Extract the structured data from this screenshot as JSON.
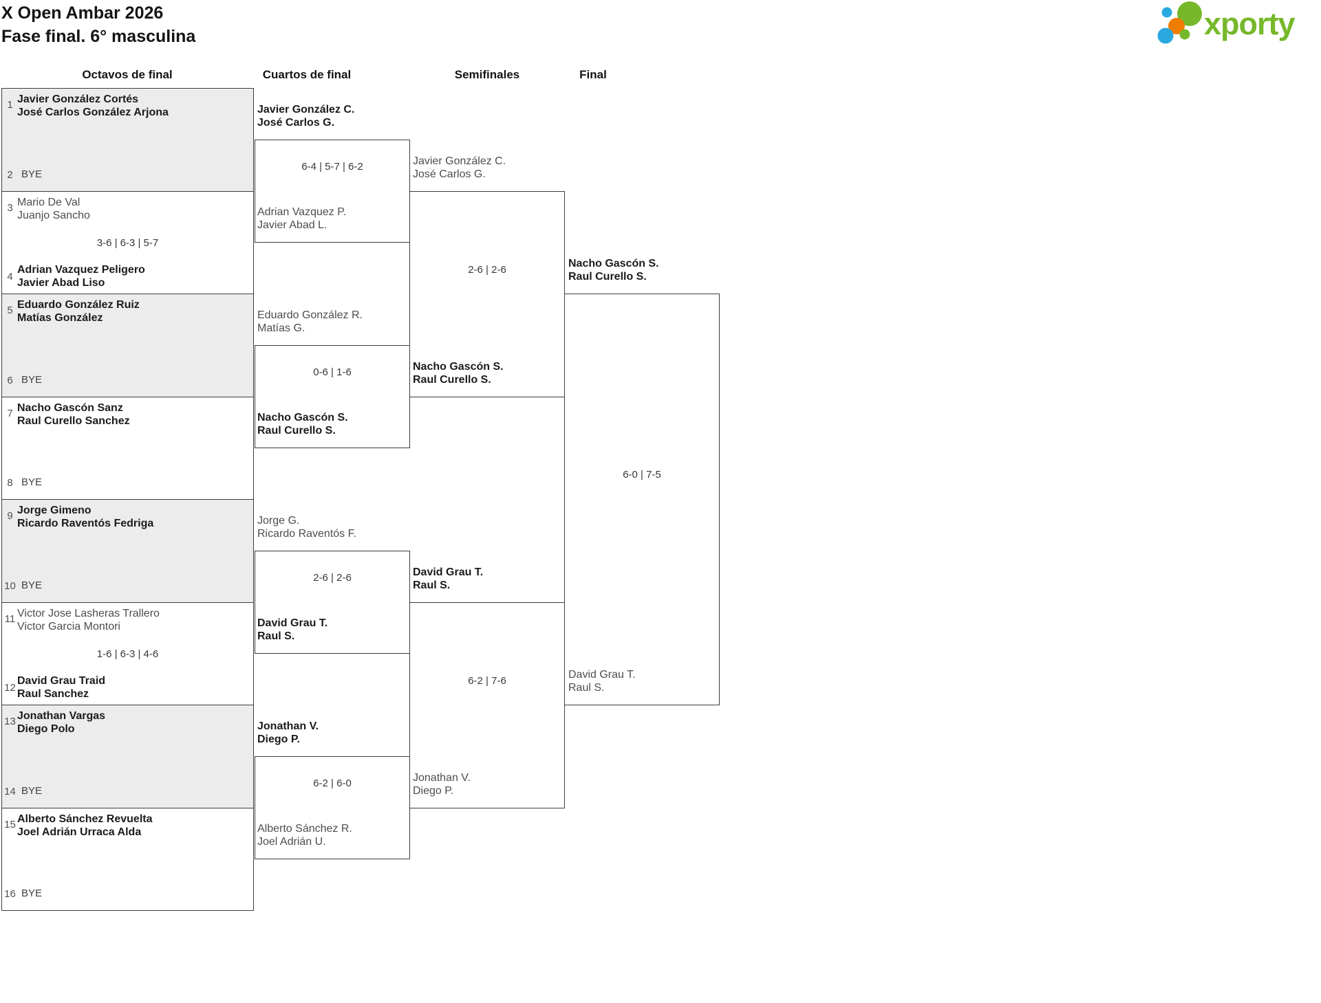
{
  "title": "X Open Ambar 2026",
  "subtitle": "Fase final. 6° masculina",
  "logo": {
    "text": "xporty"
  },
  "colors": {
    "accent_green": "#76b82a",
    "accent_blue": "#2aa9e0",
    "accent_orange": "#ef7d00",
    "box_gray": "#ececec",
    "border": "#3c3c3c",
    "winner_text": "#1b1b1b",
    "loser_text": "#4d4d4d"
  },
  "round_headers": [
    "Octavos de final",
    "Cuartos de final",
    "Semifinales",
    "Final"
  ],
  "r1": [
    {
      "seed_top": "1",
      "team_top": [
        "Javier González Cortés",
        "José Carlos González Arjona"
      ],
      "top_winner": true,
      "seed_bot": "2",
      "bye": "BYE",
      "score": ""
    },
    {
      "seed_top": "3",
      "team_top": [
        "Mario De Val",
        "Juanjo Sancho"
      ],
      "top_winner": false,
      "seed_bot": "4",
      "team_bot": [
        "Adrian Vazquez Peligero",
        "Javier Abad Liso"
      ],
      "bot_winner": true,
      "score": "3-6 | 6-3 | 5-7"
    },
    {
      "seed_top": "5",
      "team_top": [
        "Eduardo González Ruiz",
        "Matías González"
      ],
      "top_winner": true,
      "seed_bot": "6",
      "bye": "BYE",
      "score": ""
    },
    {
      "seed_top": "7",
      "team_top": [
        "Nacho Gascón Sanz",
        "Raul Curello Sanchez"
      ],
      "top_winner": true,
      "seed_bot": "8",
      "bye": "BYE",
      "score": ""
    },
    {
      "seed_top": "9",
      "team_top": [
        "Jorge Gimeno",
        "Ricardo Raventós Fedriga"
      ],
      "top_winner": true,
      "seed_bot": "10",
      "bye": "BYE",
      "score": ""
    },
    {
      "seed_top": "11",
      "team_top": [
        "Victor Jose Lasheras Trallero",
        "Victor Garcia Montori"
      ],
      "top_winner": false,
      "seed_bot": "12",
      "team_bot": [
        "David Grau Traid",
        "Raul Sanchez"
      ],
      "bot_winner": true,
      "score": "1-6 | 6-3 | 4-6"
    },
    {
      "seed_top": "13",
      "team_top": [
        "Jonathan Vargas",
        "Diego Polo"
      ],
      "top_winner": true,
      "seed_bot": "14",
      "bye": "BYE",
      "score": ""
    },
    {
      "seed_top": "15",
      "team_top": [
        "Alberto Sánchez Revuelta",
        "Joel Adrián Urraca Alda"
      ],
      "top_winner": true,
      "seed_bot": "16",
      "bye": "BYE",
      "score": ""
    }
  ],
  "r2": [
    {
      "team_top": [
        "Javier González C.",
        "José Carlos G."
      ],
      "top_winner": true,
      "team_bot": [
        "Adrian Vazquez P.",
        "Javier Abad L."
      ],
      "bot_winner": false,
      "score": "6-4 | 5-7 | 6-2"
    },
    {
      "team_top": [
        "Eduardo González R.",
        "Matías G."
      ],
      "top_winner": false,
      "team_bot": [
        "Nacho Gascón S.",
        "Raul Curello S."
      ],
      "bot_winner": true,
      "score": "0-6 | 1-6"
    },
    {
      "team_top": [
        "Jorge G.",
        "Ricardo Raventós F."
      ],
      "top_winner": false,
      "team_bot": [
        "David Grau T.",
        "Raul S."
      ],
      "bot_winner": true,
      "score": "2-6 | 2-6"
    },
    {
      "team_top": [
        "Jonathan V.",
        "Diego P."
      ],
      "top_winner": true,
      "team_bot": [
        "Alberto Sánchez R.",
        "Joel Adrián U."
      ],
      "bot_winner": false,
      "score": "6-2 | 6-0"
    }
  ],
  "r3": [
    {
      "team_top": [
        "Javier González C.",
        "José Carlos G."
      ],
      "top_winner": false,
      "team_bot": [
        "Nacho Gascón S.",
        "Raul Curello S."
      ],
      "bot_winner": true,
      "score": "2-6 | 2-6"
    },
    {
      "team_top": [
        "David Grau T.",
        "Raul S."
      ],
      "top_winner": true,
      "team_bot": [
        "Jonathan V.",
        "Diego P."
      ],
      "bot_winner": false,
      "score": "6-2 | 7-6"
    }
  ],
  "f": {
    "team_top": [
      "Nacho Gascón S.",
      "Raul Curello S."
    ],
    "top_winner": true,
    "team_bot": [
      "David Grau T.",
      "Raul S."
    ],
    "bot_winner": false,
    "score": "6-0 | 7-5"
  }
}
